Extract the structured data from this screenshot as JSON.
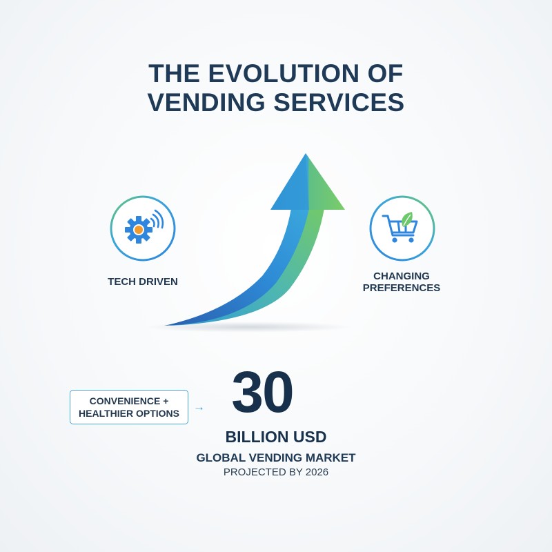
{
  "title": {
    "line1": "THE EVOLUTION OF",
    "line2": "VENDING SERVICES"
  },
  "features": [
    {
      "label_lines": [
        "TECH DRIVEN"
      ],
      "icon": "gear-wifi-icon"
    },
    {
      "label_lines": [
        "CHANGING",
        "PREFERENCES"
      ],
      "icon": "shopping-cart-leaf-icon"
    }
  ],
  "callout": {
    "lines": [
      "CONVENIENCE +",
      "HEALTHIER OPTIONS"
    ],
    "arrow": "→"
  },
  "stat": {
    "value": "30",
    "unit": "BILLION USD",
    "description": "GLOBAL VENDING MARKET",
    "subtext": "PROJECTED BY 2026"
  },
  "colors": {
    "blue": "#2e86de",
    "green": "#6cc96a",
    "navy": "#1f3a56",
    "orange": "#f29a2e"
  }
}
